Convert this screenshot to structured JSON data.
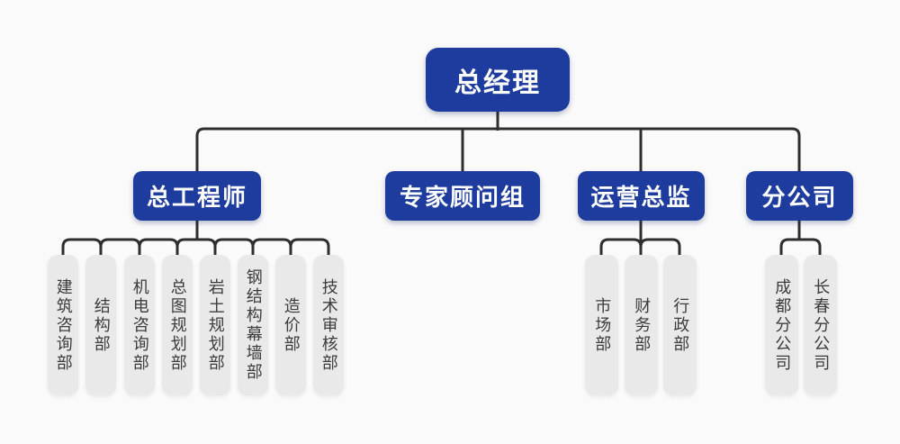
{
  "colors": {
    "page_bg": "#fafafa",
    "node_blue": "#1e3c9e",
    "node_gray": "#e9e9e9",
    "line": "#2e2e2e",
    "text_light": "#ffffff",
    "text_dark": "#3c3c3c"
  },
  "org": {
    "root": {
      "label": "总经理"
    },
    "level2": [
      {
        "label": "总工程师"
      },
      {
        "label": "专家顾问组"
      },
      {
        "label": "运营总监"
      },
      {
        "label": "分公司"
      }
    ],
    "chief_engineer_depts": [
      "建筑咨询部",
      "结构部",
      "机电咨询部",
      "总图规划部",
      "岩土规划部",
      "钢结构幕墙部",
      "造价部",
      "技术审核部"
    ],
    "operations_depts": [
      "市场部",
      "财务部",
      "行政部"
    ],
    "branch_companies": [
      "成都分公司",
      "长春分公司"
    ]
  }
}
